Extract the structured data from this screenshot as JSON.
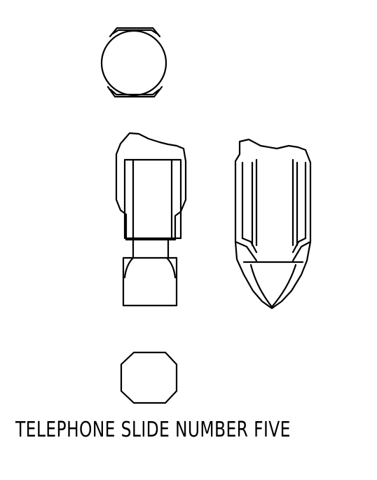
{
  "caption": "TELEPHONE SLIDE NUMBER FIVE",
  "colors": {
    "ink": "#000000",
    "paper": "#ffffff"
  },
  "parts": [
    {
      "name": "end-view-top"
    },
    {
      "name": "front-view"
    },
    {
      "name": "side-view"
    },
    {
      "name": "end-view-bottom"
    }
  ]
}
